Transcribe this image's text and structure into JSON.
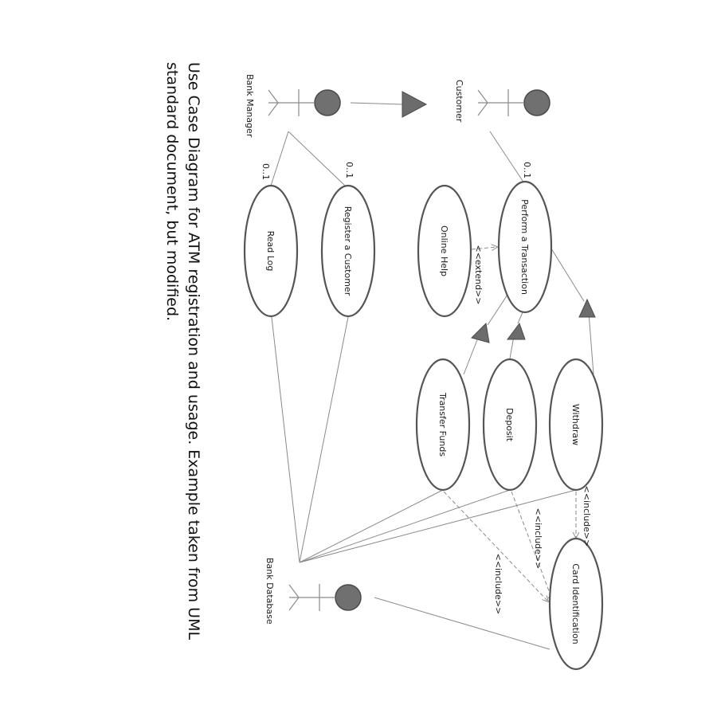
{
  "actors": {
    "customer": "Customer",
    "bank_manager": "Bank Manager",
    "bank_database": "Bank Database"
  },
  "use_cases": {
    "perform_transaction": "Perform a Transaction",
    "online_help": "Online Help",
    "register_customer": "Register a Customer",
    "read_log": "Read Log",
    "withdraw": "Withdraw",
    "deposit": "Deposit",
    "transfer_funds": "Transfer Funds",
    "card_identification": "Card Identification"
  },
  "multiplicities": {
    "customer_transaction": "0..1",
    "manager_register": "0..1",
    "manager_readlog": "0..1"
  },
  "stereotypes": {
    "extend": "<<extend>>",
    "include_withdraw": "<<include>>",
    "include_deposit": "<<include>>",
    "include_transfer": "<<include>>"
  },
  "caption": {
    "line1": "Use Case Diagram for ATM registration and usage. Example taken from UML",
    "line2": "standard document, but modified."
  }
}
